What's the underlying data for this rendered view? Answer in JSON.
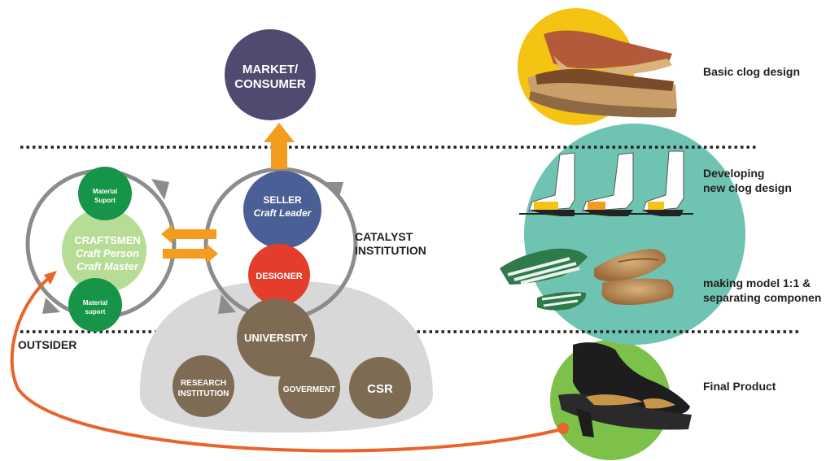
{
  "market": {
    "line1": "MARKET/",
    "line2": "CONSUMER"
  },
  "seller": {
    "title": "SELLER",
    "subtitle": "Craft Leader"
  },
  "designer": "DESIGNER",
  "university": "UNIVERSITY",
  "research": {
    "line1": "RESEARCH",
    "line2": "INSTITUTION"
  },
  "government": "GOVERMENT",
  "csr": "CSR",
  "craftsmen": {
    "title": "CRAFTSMEN",
    "line2": "Craft Person",
    "line3": "Craft Master"
  },
  "material_top": {
    "line1": "Material",
    "line2": "Suport"
  },
  "material_bottom": {
    "line1": "Material",
    "line2": "suport"
  },
  "catalyst": {
    "line1": "CATALYST",
    "line2": "INSTITUTION"
  },
  "outsider": "OUTSIDER",
  "stages": {
    "basic": "Basic clog design",
    "developing1": "Developing",
    "developing2": "new clog design",
    "making1": "making model 1:1 &",
    "making2": "separating componen",
    "final": "Final Product"
  },
  "colors": {
    "market": "#4f4a6f",
    "seller": "#4a5f96",
    "designer": "#e43d2b",
    "institution": "#7e6b53",
    "craftsmen": "#b7dc96",
    "material": "#169447",
    "arrow_orange": "#f39c1d",
    "curve_orange": "#e8642a",
    "teal": "#6fc3b2",
    "yellow": "#f5c312",
    "green": "#7dc04a",
    "grey_dome": "#d8d8d8"
  }
}
